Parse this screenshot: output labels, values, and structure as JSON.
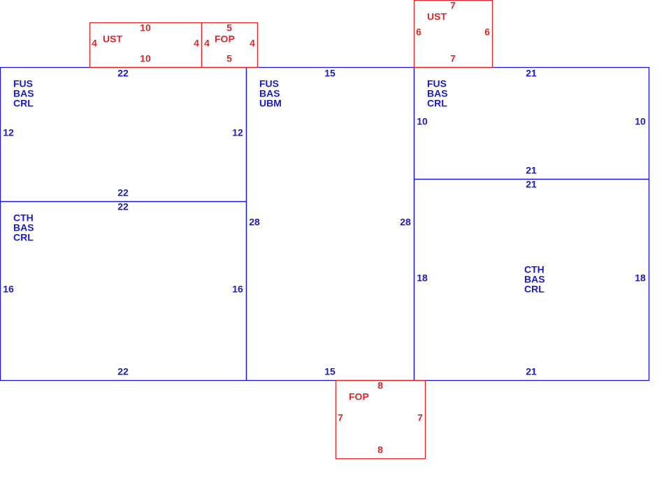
{
  "colors": {
    "main": "#1a1ac8",
    "aux": "#dc2828"
  },
  "sections": [
    {
      "id": "s1",
      "kind": "main",
      "codes": [
        "FUS",
        "BAS",
        "CRL"
      ],
      "dims": {
        "top": "22",
        "bottom": "22",
        "left": "12",
        "right": "12"
      }
    },
    {
      "id": "s2",
      "kind": "main",
      "codes": [
        "CTH",
        "BAS",
        "CRL"
      ],
      "dims": {
        "top": "22",
        "bottom": "22",
        "left": "16",
        "right": "16"
      }
    },
    {
      "id": "s3",
      "kind": "main",
      "codes": [
        "FUS",
        "BAS",
        "UBM"
      ],
      "dims": {
        "top": "15",
        "bottom": "15",
        "left": "28",
        "right": "28"
      }
    },
    {
      "id": "s4",
      "kind": "main",
      "codes": [
        "FUS",
        "BAS",
        "CRL"
      ],
      "dims": {
        "top": "21",
        "bottom": "21",
        "left": "10",
        "right": "10"
      }
    },
    {
      "id": "s5",
      "kind": "main",
      "codes": [
        "CTH",
        "BAS",
        "CRL"
      ],
      "dims": {
        "top": "21",
        "bottom": "21",
        "left": "18",
        "right": "18"
      }
    },
    {
      "id": "s6",
      "kind": "aux",
      "codes": [
        "UST"
      ],
      "dims": {
        "top": "10",
        "bottom": "10",
        "left": "4",
        "right": "4"
      }
    },
    {
      "id": "s7",
      "kind": "aux",
      "codes": [
        "FOP"
      ],
      "dims": {
        "top": "5",
        "bottom": "5",
        "left": "4",
        "right": "4"
      }
    },
    {
      "id": "s8",
      "kind": "aux",
      "codes": [
        "UST"
      ],
      "dims": {
        "top": "7",
        "bottom": "7",
        "left": "6",
        "right": "6"
      }
    },
    {
      "id": "s9",
      "kind": "aux",
      "codes": [
        "FOP"
      ],
      "dims": {
        "top": "8",
        "bottom": "8",
        "left": "7",
        "right": "7"
      }
    }
  ]
}
